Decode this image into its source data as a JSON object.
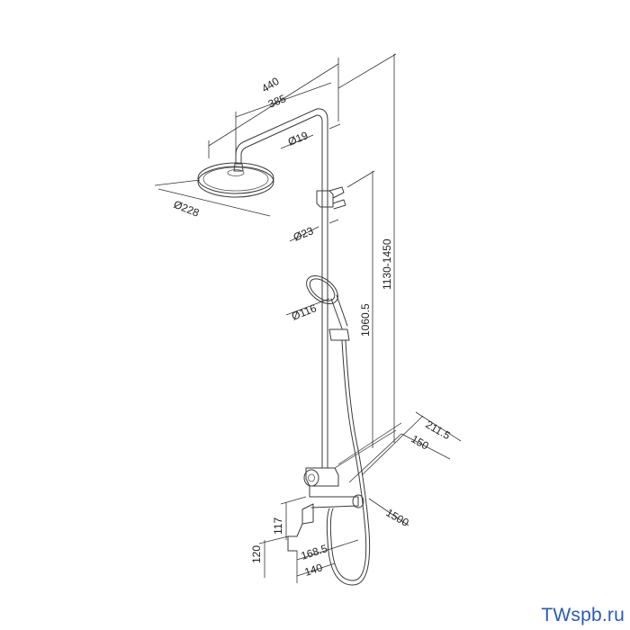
{
  "dimensions": {
    "d440": "440",
    "d385": "385",
    "d19": "Ø19",
    "d228": "Ø228",
    "d23": "Ø23",
    "d116": "Ø116",
    "d1130": "1130-1450",
    "d1060": "1060.5",
    "d211": "211.5",
    "d150": "150",
    "d1500": "1500",
    "d117": "117",
    "d120": "120",
    "d168": "168.5",
    "d140": "140"
  },
  "watermark": "TWspb.ru",
  "colors": {
    "line": "#3a3a3a",
    "brand": "#2b5bb5"
  }
}
